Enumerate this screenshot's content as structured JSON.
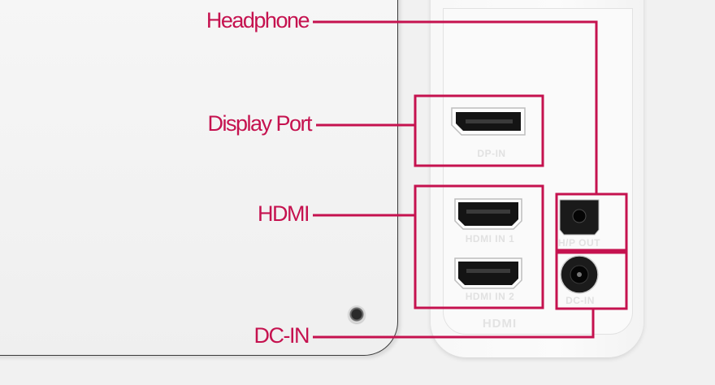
{
  "callouts": {
    "headphone": "Headphone",
    "display_port": "Display Port",
    "hdmi": "HDMI",
    "dc_in": "DC-IN"
  },
  "port_labels": {
    "dp_in": "DP-IN",
    "hdmi_in_1": "HDMI IN 1",
    "hdmi_in_2": "HDMI IN 2",
    "hp_out": "H/P OUT",
    "dc_in": "DC-IN"
  },
  "brand_logo": "HDMI",
  "colors": {
    "callout": "#c5124f",
    "background": "#f1f1f1",
    "port": "#111111"
  }
}
